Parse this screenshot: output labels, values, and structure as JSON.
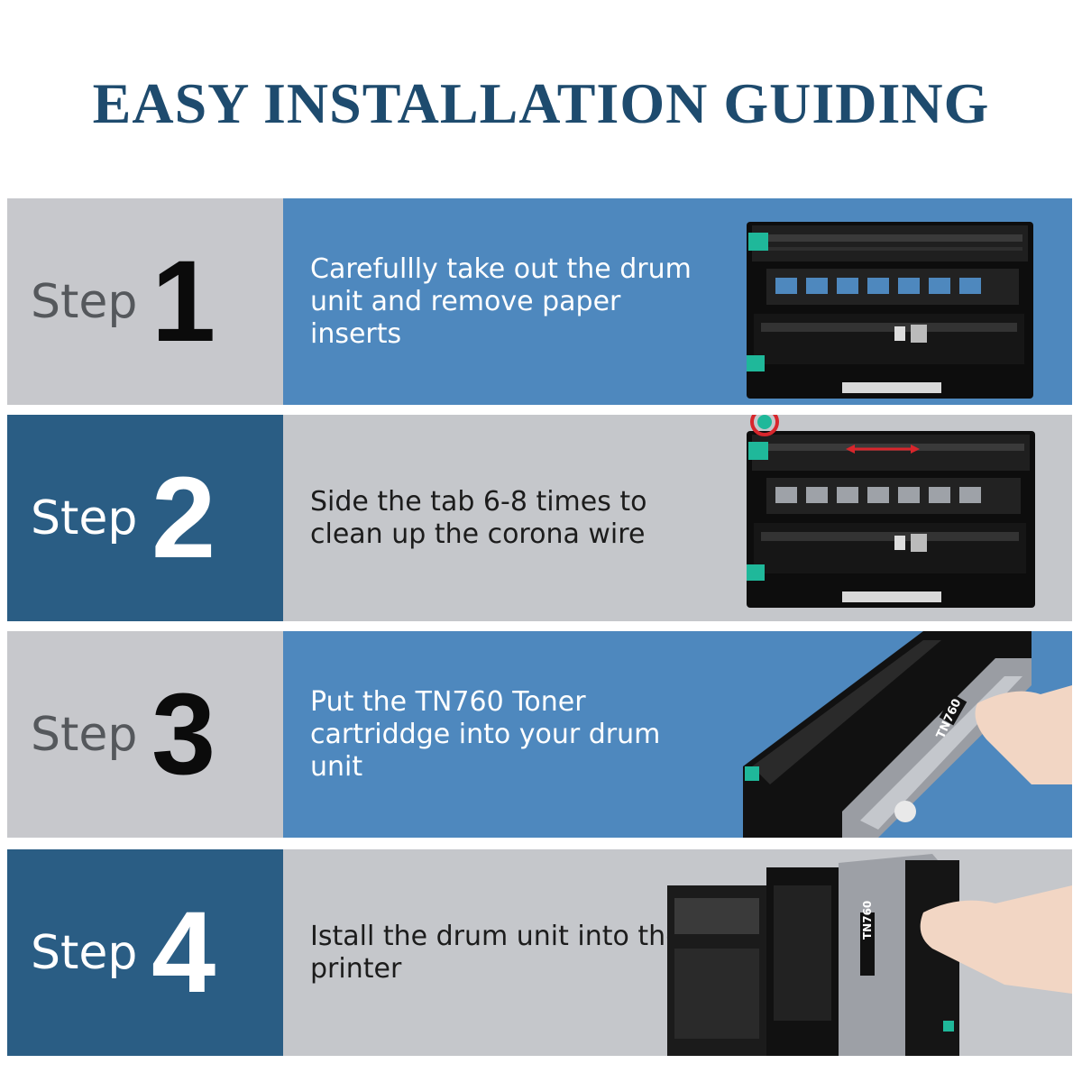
{
  "title": "EASY INSTALLATION GUIDING",
  "steps": [
    {
      "word": "Step",
      "number": "1",
      "text": "Carefullly take out the drum unit and remove paper inserts"
    },
    {
      "word": "Step",
      "number": "2",
      "text": "Side the tab 6-8 times to clean up the corona wire"
    },
    {
      "word": "Step",
      "number": "3",
      "text": "Put the TN760 Toner cartriddge into your drum unit"
    },
    {
      "word": "Step",
      "number": "4",
      "text": "Istall the drum unit into the printer"
    }
  ],
  "cartridge_label": "TN760",
  "colors": {
    "title": "#1e4b6e",
    "light_gray": "#c7c8cc",
    "light_blue": "#4e88be",
    "dark_blue": "#2a5d84",
    "accent_green": "#1fb89a",
    "marker_red": "#d8262c"
  },
  "icons": [
    "drum-unit-icon",
    "toner-cartridge-icon",
    "printer-icon",
    "hand-icon"
  ]
}
